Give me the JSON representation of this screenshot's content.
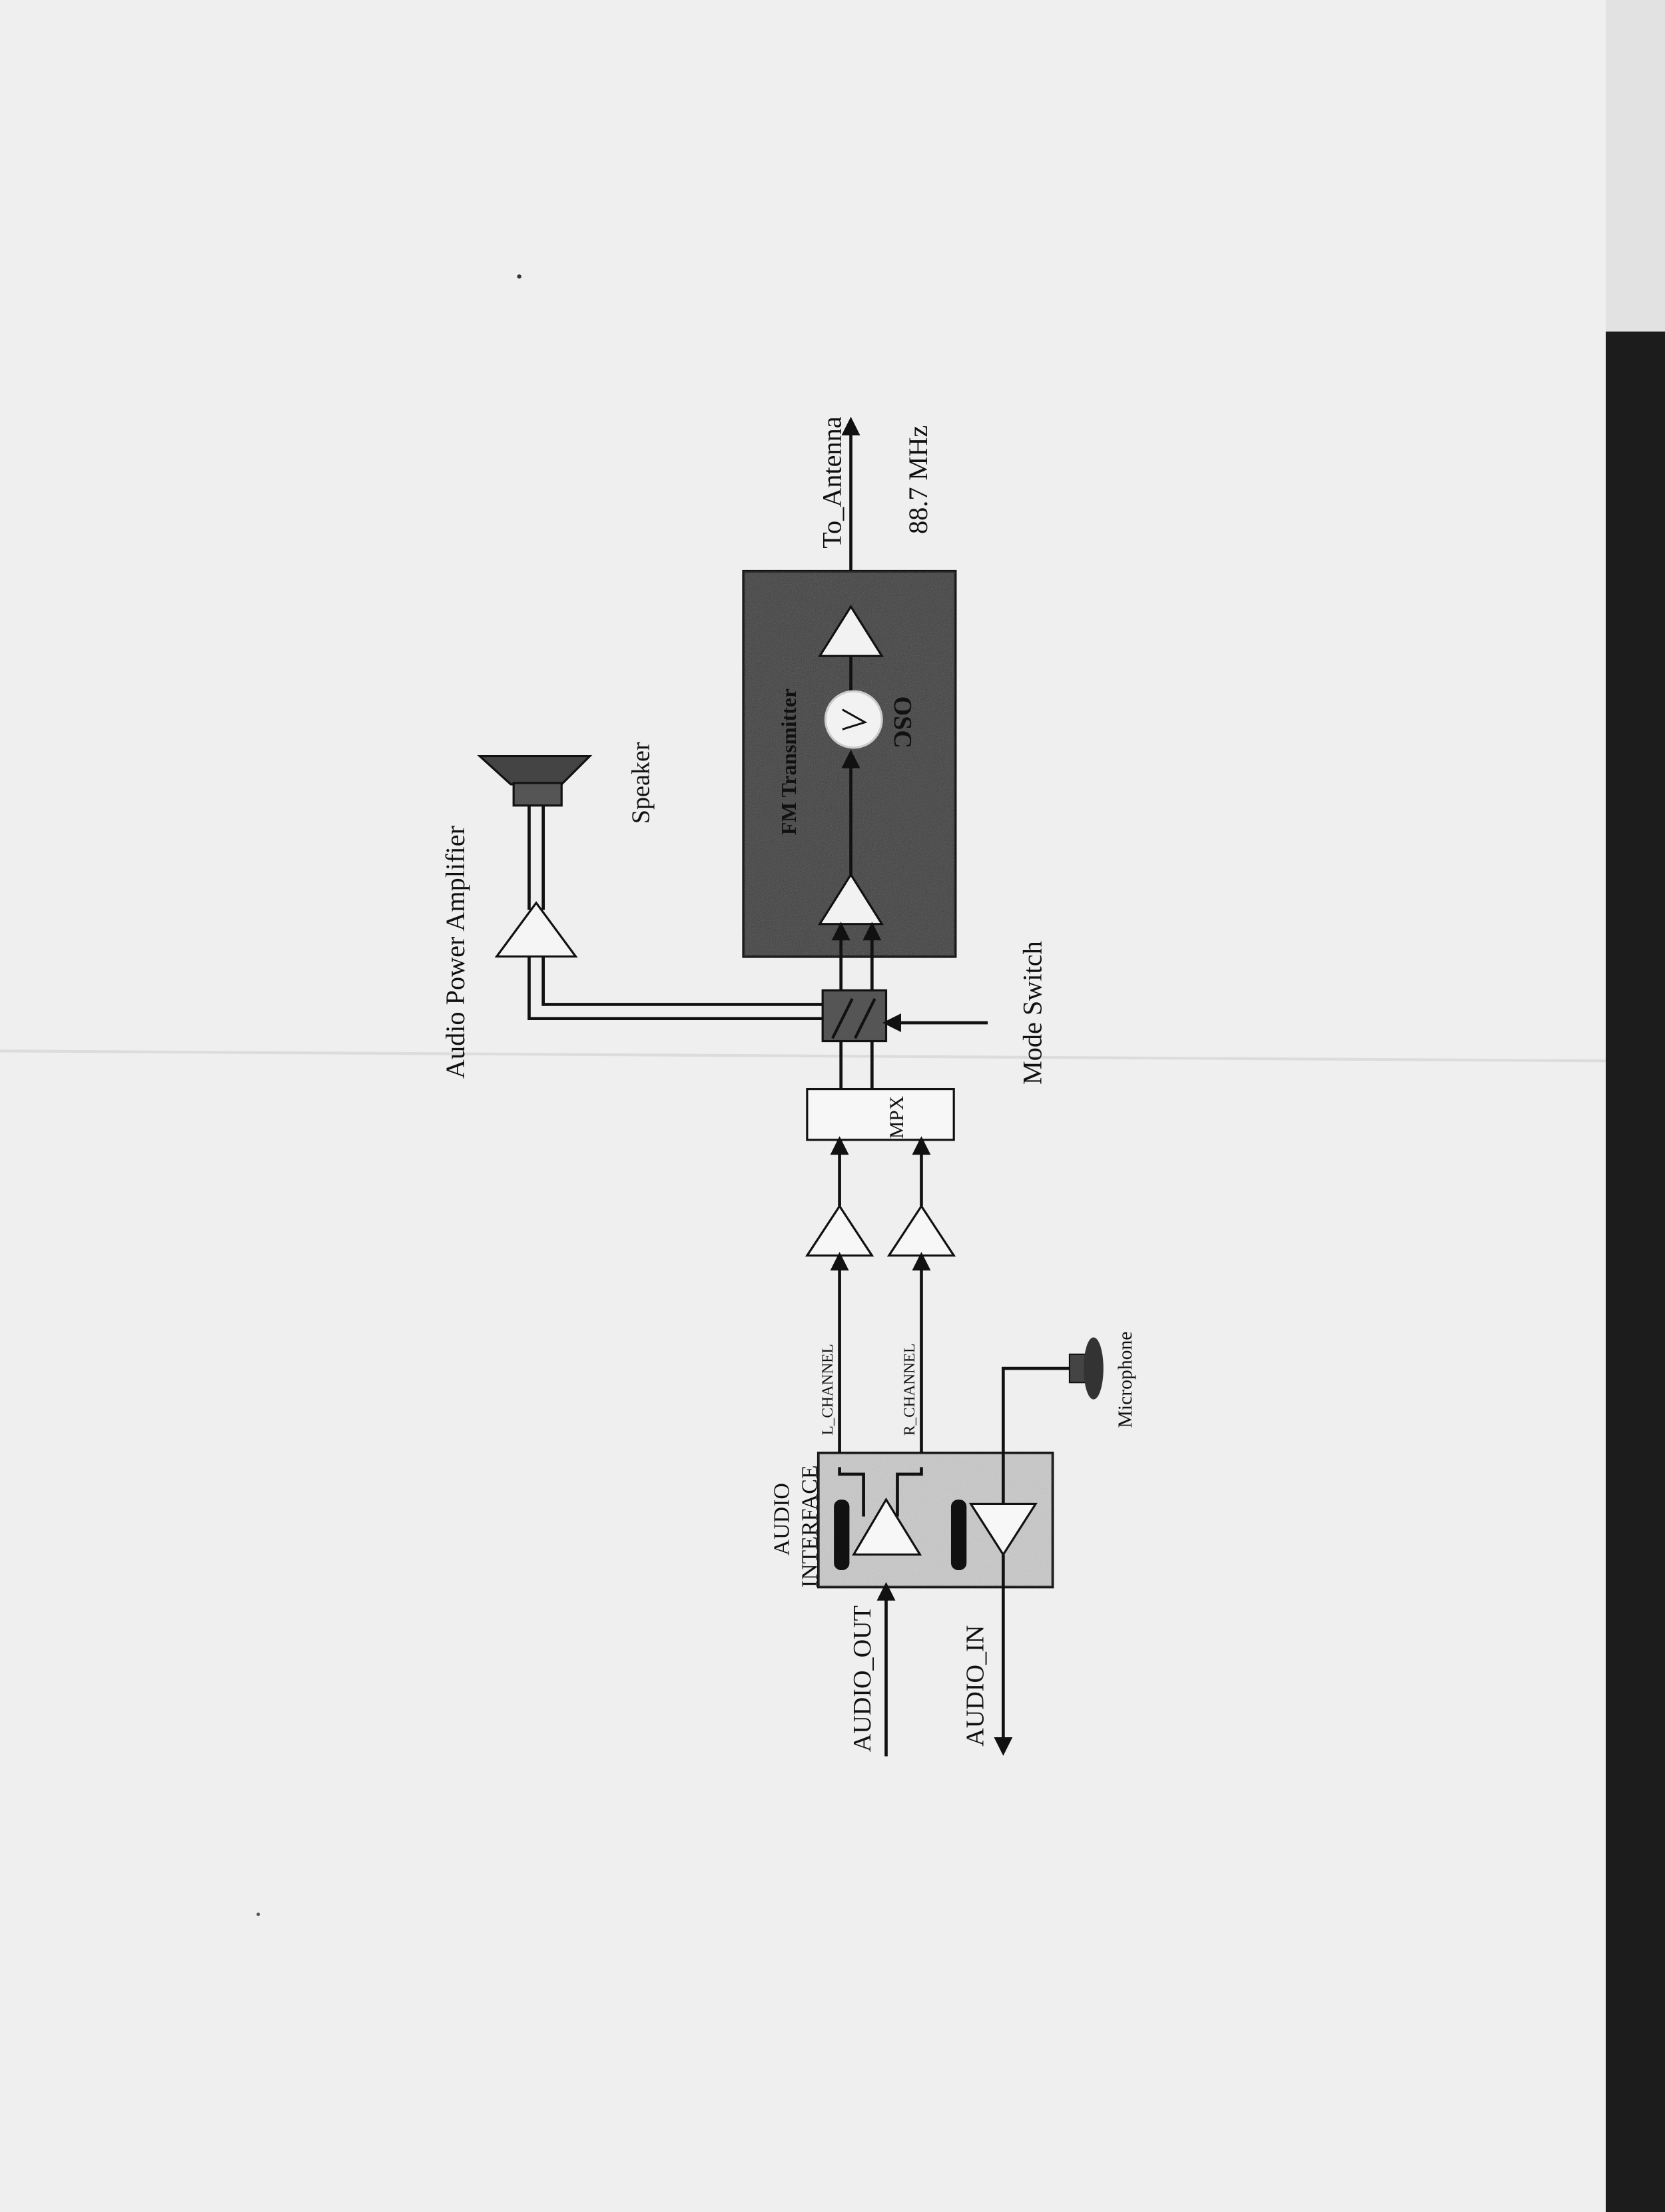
{
  "diagram": {
    "fm_transmitter": {
      "label": "FM Transmitter",
      "osc_label": "OSC"
    },
    "antenna": {
      "label": "To_Antenna",
      "frequency": "88.7 MHz"
    },
    "speaker": {
      "label": "Speaker"
    },
    "power_amp": {
      "label": "Audio Power Amplifier"
    },
    "mode_switch": {
      "label": "Mode Switch"
    },
    "mpx": {
      "label": "MPX"
    },
    "channels": {
      "left": "L_CHANNEL",
      "right": "R_CHANNEL"
    },
    "audio_interface": {
      "line1": "AUDIO",
      "line2": "INTERFACE"
    },
    "audio_out": {
      "label": "AUDIO_OUT"
    },
    "audio_in": {
      "label": "AUDIO_IN"
    },
    "microphone": {
      "label": "Microphone"
    }
  },
  "colors": {
    "paper": "#efefef",
    "dark_block": "#3a3a3a",
    "interface_fill": "#c9c9c9",
    "scanner_edge": "#1a1a1a"
  }
}
